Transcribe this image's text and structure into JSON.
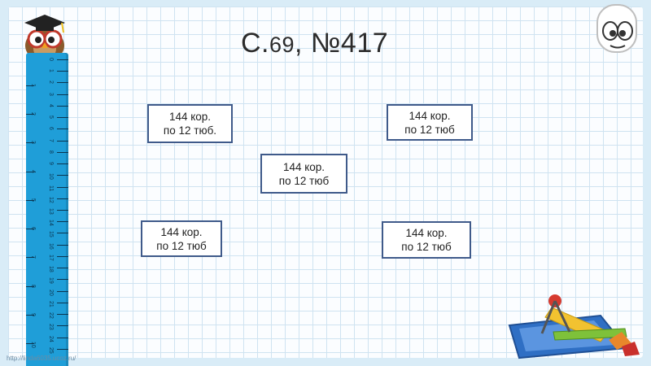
{
  "slide": {
    "title_prefix": "С.",
    "title_page": "69",
    "title_sep": ", №",
    "title_task": "417",
    "footer_text": "http://linda6035.ucoz.ru/",
    "cards": [
      {
        "line1": "144 кор.",
        "line2": "по 12 тюб."
      },
      {
        "line1": "144 кор.",
        "line2": "по 12 тюб"
      },
      {
        "line1": "144 кор.",
        "line2": "по 12 тюб"
      },
      {
        "line1": "144 кор.",
        "line2": "по 12 тюб"
      },
      {
        "line1": "144 кор.",
        "line2": "по 12 тюб"
      }
    ],
    "ruler_numbers": [
      "0",
      "1",
      "2",
      "3",
      "4",
      "5",
      "6",
      "7",
      "8",
      "9",
      "10",
      "11",
      "12",
      "13",
      "14",
      "15",
      "16",
      "17",
      "18",
      "19",
      "20",
      "21",
      "22",
      "23",
      "24",
      "25"
    ],
    "ruler_cm": [
      "1",
      "2",
      "3",
      "4",
      "5",
      "6",
      "7",
      "8",
      "9",
      "10"
    ]
  },
  "colors": {
    "ruler": "#1f9ed8",
    "card_border": "#3f5a8a",
    "grid": "#cfe3f1"
  }
}
